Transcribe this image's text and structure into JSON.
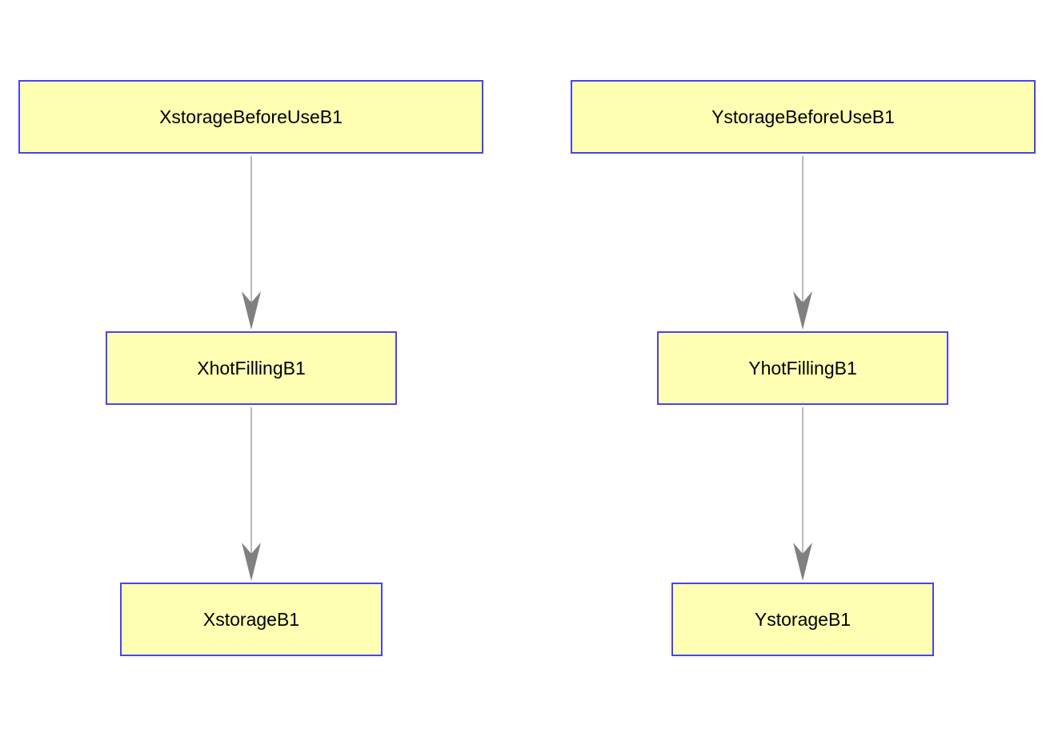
{
  "diagram": {
    "colors": {
      "node_fill": "#ffffb3",
      "node_border": "#4545f0",
      "edge": "#8c8c8c",
      "arrowhead": "#808080",
      "text": "#000000"
    },
    "nodes": [
      {
        "id": "x_before",
        "label": "XstorageBeforeUseB1"
      },
      {
        "id": "y_before",
        "label": "YstorageBeforeUseB1"
      },
      {
        "id": "x_hot",
        "label": "XhotFillingB1"
      },
      {
        "id": "y_hot",
        "label": "YhotFillingB1"
      },
      {
        "id": "x_store",
        "label": "XstorageB1"
      },
      {
        "id": "y_store",
        "label": "YstorageB1"
      }
    ],
    "edges": [
      {
        "from": "x_before",
        "to": "x_hot"
      },
      {
        "from": "x_hot",
        "to": "x_store"
      },
      {
        "from": "y_before",
        "to": "y_hot"
      },
      {
        "from": "y_hot",
        "to": "y_store"
      }
    ]
  }
}
